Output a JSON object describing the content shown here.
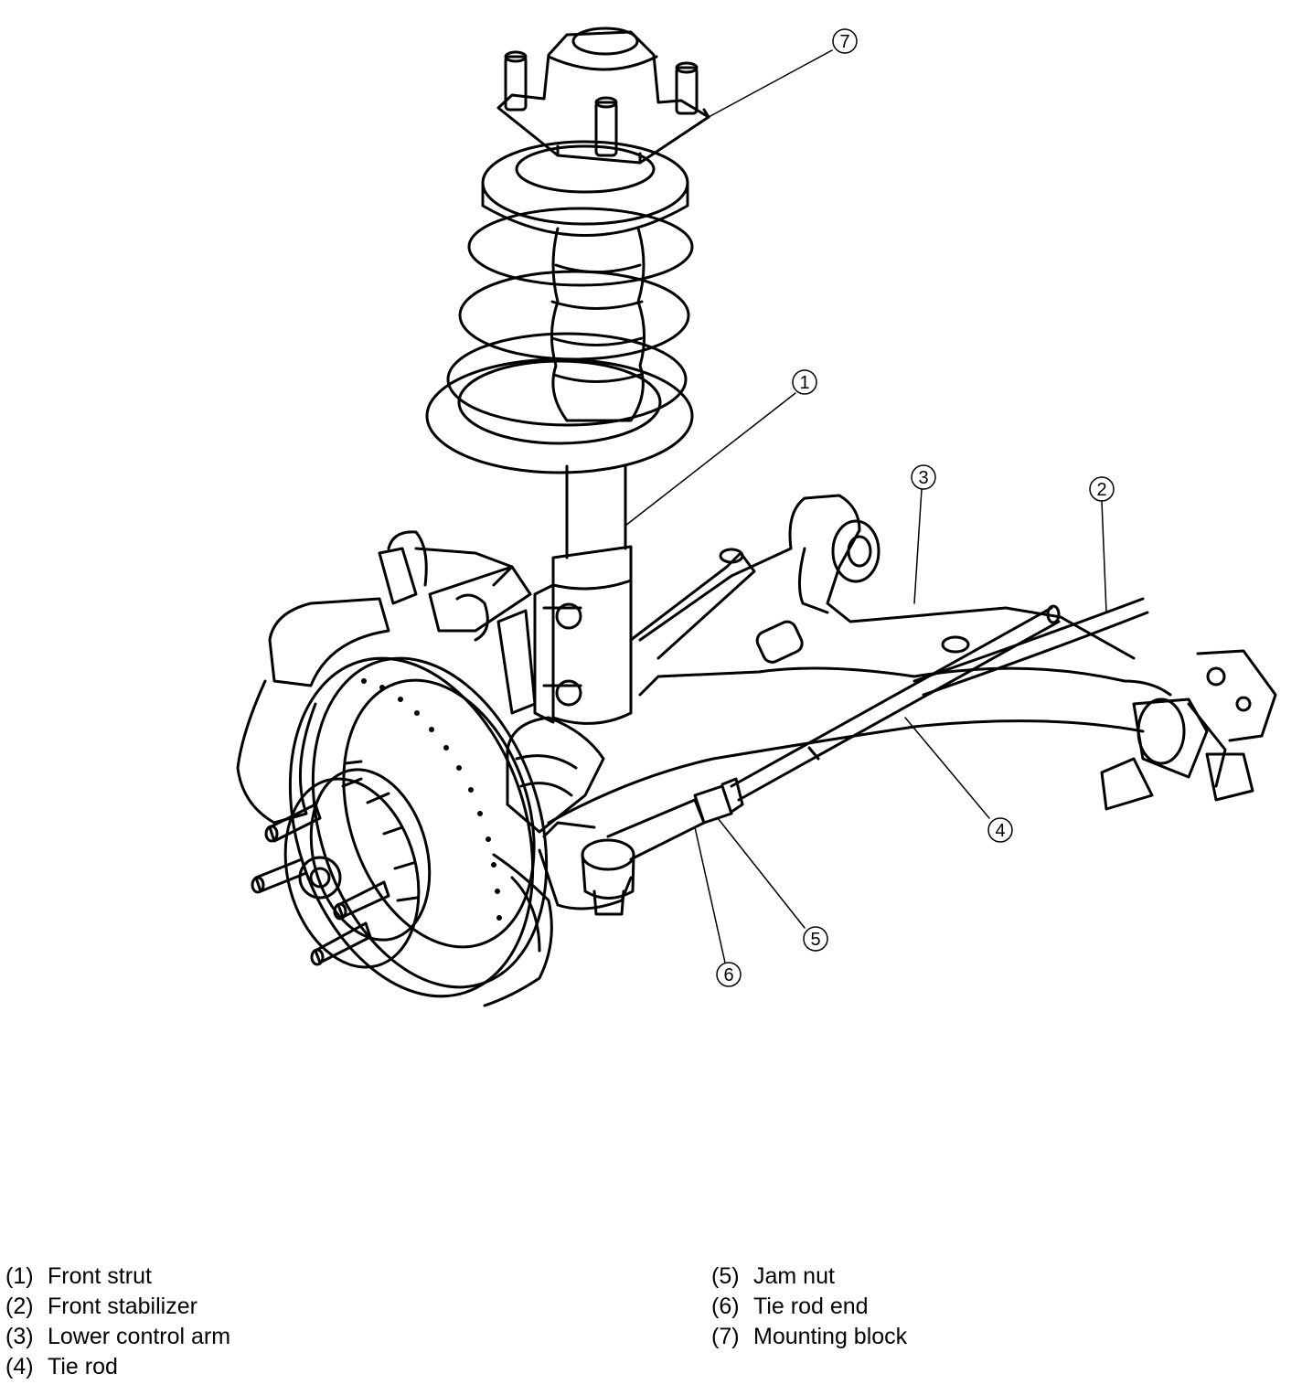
{
  "callouts": [
    {
      "id": "1",
      "glyph": "①"
    },
    {
      "id": "2",
      "glyph": "②"
    },
    {
      "id": "3",
      "glyph": "③"
    },
    {
      "id": "4",
      "glyph": "④"
    },
    {
      "id": "5",
      "glyph": "⑤"
    },
    {
      "id": "6",
      "glyph": "⑥"
    },
    {
      "id": "7",
      "glyph": "⑦"
    }
  ],
  "legend": {
    "left": [
      {
        "num": "(1)",
        "label": "Front strut"
      },
      {
        "num": "(2)",
        "label": "Front stabilizer"
      },
      {
        "num": "(3)",
        "label": "Lower control arm"
      },
      {
        "num": "(4)",
        "label": "Tie rod"
      }
    ],
    "right": [
      {
        "num": "(5)",
        "label": "Jam nut"
      },
      {
        "num": "(6)",
        "label": "Tie rod end"
      },
      {
        "num": "(7)",
        "label": "Mounting block"
      }
    ]
  }
}
